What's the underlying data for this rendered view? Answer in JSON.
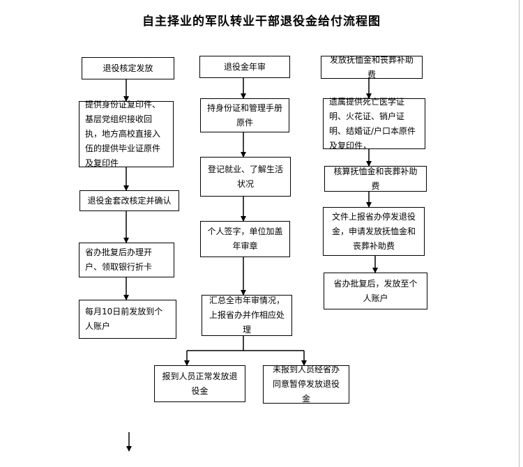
{
  "title": "自主择业的军队转业干部退役金给付流程图",
  "columns": {
    "left": {
      "header": "退役核定发放",
      "step1": "提供身份证复印件、基层党组织接收回执，地方高校直接入伍的提供毕业证原件及复印件",
      "step2": "退役金套改核定并确认",
      "step3": "省办批复后办理开户、领取银行折卡",
      "step4": "每月10日前发放到个人账户"
    },
    "middle": {
      "header": "退役金年审",
      "step1": "持身份证和管理手册原件",
      "step2": "登记就业、了解生活状况",
      "step3": "个人签字，单位加盖年审章",
      "step4": "汇总全市年审情况，上报省办并作相应处理",
      "branch_a": "报到人员正常发放退役金",
      "branch_b": "未报到人员经省办同意暂停发放退役金"
    },
    "right": {
      "header": "发放抚恤金和丧葬补助费",
      "step1": "遗属提供死亡医学证明、火花证、销户证明、结婚证/户口本原件及复印件，",
      "step2": "核算抚恤金和丧葬补助费",
      "step3": "文件上报省办停发退役金，申请发放抚恤金和丧葬补助费",
      "step4": "省办批复后，发放至个人账户"
    }
  }
}
